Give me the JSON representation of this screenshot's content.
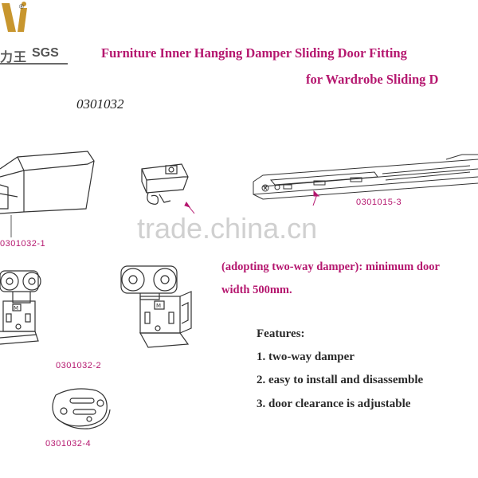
{
  "logo": {
    "mark": "i",
    "registered": "®",
    "chars": "力王",
    "cert": "SGS"
  },
  "title": {
    "line1": "Furniture Inner Hanging Damper Sliding Door Fitting",
    "line2": "for Wardrobe Sliding D"
  },
  "model_number": "0301032",
  "part_numbers": {
    "rail_bracket": "0301032-1",
    "damper_track": "0301015-3",
    "hanging_roller": "0301032-2",
    "guide_plate": "0301032-4"
  },
  "watermark": "trade.china.cn",
  "description": {
    "line1": "(adopting two-way damper): minimum door",
    "line2": "width 500mm."
  },
  "features": {
    "title": "Features:",
    "items": [
      "1. two-way damper",
      "2. easy to install and disassemble",
      "3. door clearance is adjustable"
    ]
  },
  "colors": {
    "accent": "#b5176f",
    "text": "#2a2a2a",
    "line_art": "#333333",
    "logo_gold": "#c8962e"
  }
}
